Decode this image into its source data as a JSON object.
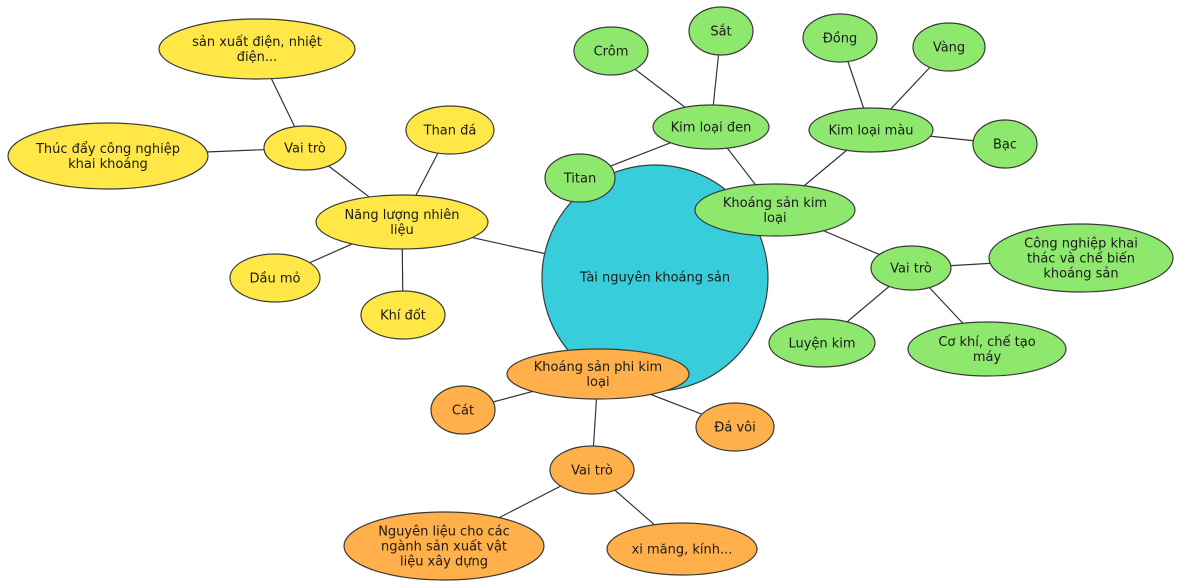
{
  "colors": {
    "center": "#38CDDB",
    "metal": "#8EE86E",
    "nonmetal": "#FFB04A",
    "energy": "#FFE748"
  },
  "center": {
    "label": "Tài nguyên khoáng sản",
    "color": "center"
  },
  "nodes": {
    "sat": {
      "lines": [
        "Sắt"
      ],
      "color": "metal"
    },
    "crom": {
      "lines": [
        "Crôm"
      ],
      "color": "metal"
    },
    "kim-loai-den": {
      "lines": [
        "Kim loại đen"
      ],
      "color": "metal"
    },
    "titan": {
      "lines": [
        "Titan"
      ],
      "color": "metal"
    },
    "dong": {
      "lines": [
        "Đồng"
      ],
      "color": "metal"
    },
    "vang": {
      "lines": [
        "Vàng"
      ],
      "color": "metal"
    },
    "kim-loai-mau": {
      "lines": [
        "Kim loại màu"
      ],
      "color": "metal"
    },
    "bac": {
      "lines": [
        "Bạc"
      ],
      "color": "metal"
    },
    "khoang-san-kim-loai": {
      "lines": [
        "Khoáng sản kim",
        "loại"
      ],
      "color": "metal"
    },
    "vai-tro-kim-loai": {
      "lines": [
        "Vai trò"
      ],
      "color": "metal"
    },
    "cong-nghiep-khai-thac": {
      "lines": [
        "Công nghiệp khai",
        "thác và chế biến",
        "khoáng sản"
      ],
      "color": "metal"
    },
    "luyen-kim": {
      "lines": [
        "Luyện kim"
      ],
      "color": "metal"
    },
    "co-khi": {
      "lines": [
        "Cơ khí, chế tạo",
        "máy"
      ],
      "color": "metal"
    },
    "khoang-san-phi-kim-loai": {
      "lines": [
        "Khoáng sản phi kim",
        "loại"
      ],
      "color": "nonmetal"
    },
    "cat": {
      "lines": [
        "Cát"
      ],
      "color": "nonmetal"
    },
    "da-voi": {
      "lines": [
        "Đá vôi"
      ],
      "color": "nonmetal"
    },
    "vai-tro-phi-kim": {
      "lines": [
        "Vai trò"
      ],
      "color": "nonmetal"
    },
    "nguyen-lieu": {
      "lines": [
        "Nguyên liệu cho các",
        "ngành sản xuất vật",
        "liệu xây dựng"
      ],
      "color": "nonmetal"
    },
    "xi-mang": {
      "lines": [
        "xi măng, kính..."
      ],
      "color": "nonmetal"
    },
    "nang-luong-nhien-lieu": {
      "lines": [
        "Năng lượng nhiên",
        "liệu"
      ],
      "color": "energy"
    },
    "than-da": {
      "lines": [
        "Than đá"
      ],
      "color": "energy"
    },
    "dau-mo": {
      "lines": [
        "Dầu mỏ"
      ],
      "color": "energy"
    },
    "khi-dot": {
      "lines": [
        "Khí đốt"
      ],
      "color": "energy"
    },
    "vai-tro-nang-luong": {
      "lines": [
        "Vai trò"
      ],
      "color": "energy"
    },
    "san-xuat-dien": {
      "lines": [
        "sản xuất điện, nhiệt",
        "điện..."
      ],
      "color": "energy"
    },
    "thuc-day": {
      "lines": [
        "Thúc đẩy công nghiệp",
        "khai khoáng"
      ],
      "color": "energy"
    }
  },
  "edges": [
    [
      "center",
      "khoang-san-kim-loai"
    ],
    [
      "center",
      "khoang-san-phi-kim-loai"
    ],
    [
      "center",
      "nang-luong-nhien-lieu"
    ],
    [
      "khoang-san-kim-loai",
      "kim-loai-den"
    ],
    [
      "khoang-san-kim-loai",
      "kim-loai-mau"
    ],
    [
      "khoang-san-kim-loai",
      "vai-tro-kim-loai"
    ],
    [
      "kim-loai-den",
      "crom"
    ],
    [
      "kim-loai-den",
      "sat"
    ],
    [
      "kim-loai-den",
      "titan"
    ],
    [
      "kim-loai-mau",
      "dong"
    ],
    [
      "kim-loai-mau",
      "vang"
    ],
    [
      "kim-loai-mau",
      "bac"
    ],
    [
      "vai-tro-kim-loai",
      "cong-nghiep-khai-thac"
    ],
    [
      "vai-tro-kim-loai",
      "luyen-kim"
    ],
    [
      "vai-tro-kim-loai",
      "co-khi"
    ],
    [
      "khoang-san-phi-kim-loai",
      "cat"
    ],
    [
      "khoang-san-phi-kim-loai",
      "da-voi"
    ],
    [
      "khoang-san-phi-kim-loai",
      "vai-tro-phi-kim"
    ],
    [
      "vai-tro-phi-kim",
      "nguyen-lieu"
    ],
    [
      "vai-tro-phi-kim",
      "xi-mang"
    ],
    [
      "nang-luong-nhien-lieu",
      "than-da"
    ],
    [
      "nang-luong-nhien-lieu",
      "dau-mo"
    ],
    [
      "nang-luong-nhien-lieu",
      "khi-dot"
    ],
    [
      "nang-luong-nhien-lieu",
      "vai-tro-nang-luong"
    ],
    [
      "vai-tro-nang-luong",
      "san-xuat-dien"
    ],
    [
      "vai-tro-nang-luong",
      "thuc-day"
    ]
  ]
}
